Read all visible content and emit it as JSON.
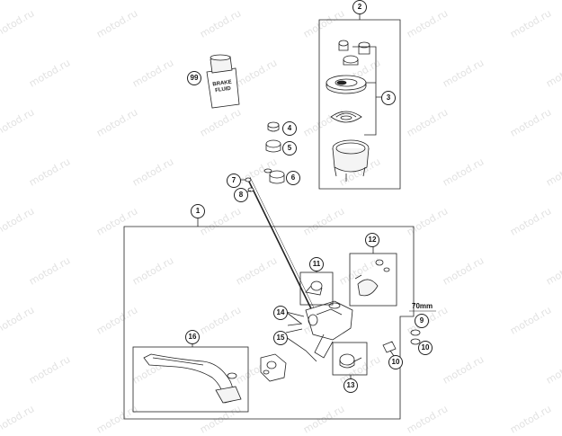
{
  "watermark_text": "motod.ru",
  "bottle": {
    "line1": "BRAKE",
    "line2": "FLUID"
  },
  "callouts": {
    "c1": "1",
    "c2": "2",
    "c3": "3",
    "c4": "4",
    "c5": "5",
    "c6": "6",
    "c7": "7",
    "c8": "8",
    "c9": "9",
    "c10a": "10",
    "c10b": "10",
    "c11": "11",
    "c12": "12",
    "c13": "13",
    "c14": "14",
    "c15": "15",
    "c16": "16",
    "c99": "99"
  },
  "dimension_label": "70mm",
  "colors": {
    "line": "#222222",
    "part_fill": "#f4f4f4",
    "watermark": "#e2e2e2"
  }
}
